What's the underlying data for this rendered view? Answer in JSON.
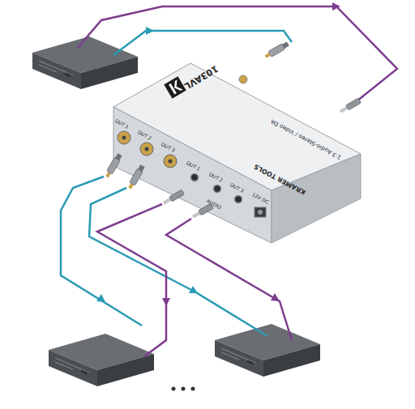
{
  "diagram": {
    "nodes": [
      {
        "text": [
          "103AVL",
          "1:3 Audio-Stereo / Video DA",
          "KRAMER TOOLS"
        ]
      }
    ],
    "labels": [
      "OUT 1",
      "OUT 2",
      "OUT 3",
      "OUT 1",
      "OUT 2",
      "OUT 3",
      "AUDIO",
      "12V DC"
    ]
  }
}
